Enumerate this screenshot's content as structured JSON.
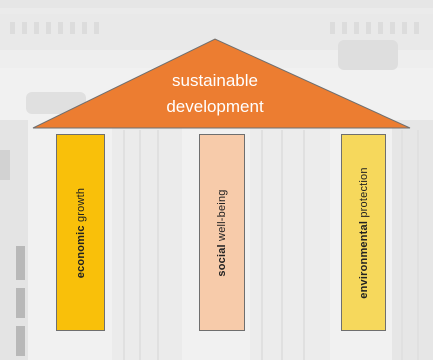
{
  "roof": {
    "line1": "sustainable",
    "line2": "development",
    "color": "#ec7d31"
  },
  "pillars": [
    {
      "bold": "economic",
      "rest": " growth",
      "color": "#f9c00a"
    },
    {
      "bold": "social",
      "rest": " well-being",
      "color": "#f7cbaa"
    },
    {
      "bold": "environmental",
      "rest": " protection",
      "color": "#f6d85c"
    }
  ]
}
